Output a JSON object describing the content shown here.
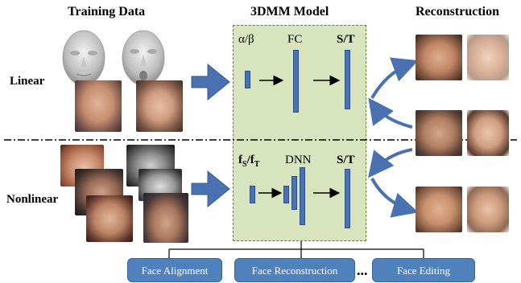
{
  "headers": {
    "training_data": "Training Data",
    "model": "3DMM Model",
    "reconstruction": "Reconstruction"
  },
  "rows": {
    "linear": "Linear",
    "nonlinear": "Nonlinear"
  },
  "linear_model": {
    "input": "α/β",
    "layer": "FC",
    "output": "S/T"
  },
  "nonlinear_model": {
    "input_f": "f",
    "input_s": "S",
    "input_sep": "/f",
    "input_t": "T",
    "layer": "DNN",
    "output": "S/T"
  },
  "applications": [
    "Face Alignment",
    "Face Reconstruction",
    "Face Editing"
  ],
  "ellipsis": "...",
  "colors": {
    "model_box": "#d7e4bd",
    "model_border": "#5c8a2e",
    "bar": "#4a72b0",
    "arrow": "#4a72b0",
    "pill": "#4f81bd"
  }
}
